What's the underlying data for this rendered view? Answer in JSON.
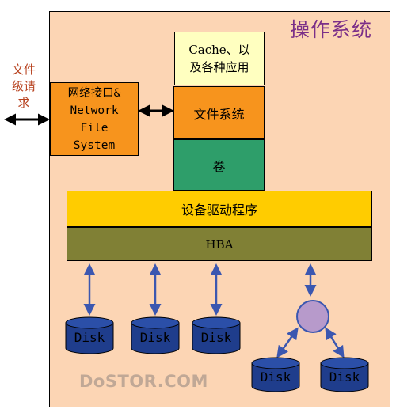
{
  "os": {
    "title": "操作系统"
  },
  "side_label": "文件\n级请\n求",
  "boxes": {
    "cache": "Cache、以\n及各种应用",
    "file_system": "文件系统",
    "volume": "卷",
    "network_interface": "网络接口&\nNetwork\nFile\nSystem",
    "device_driver": "设备驱动程序",
    "hba": "HBA"
  },
  "disks": [
    "Disk",
    "Disk",
    "Disk",
    "Disk",
    "Disk"
  ],
  "watermark": "DoSTOR.COM",
  "colors": {
    "os_background": "#fcd5b4",
    "title": "#7b2f88",
    "arrows": "#3b57b0",
    "disk_fill": "#1f3d8c",
    "hub_fill": "#b79acb",
    "cache_fill": "#ffffc0",
    "file_system_fill": "#f7941d",
    "volume_fill": "#2e9e6a",
    "driver_fill": "#ffcc00",
    "hba_fill": "#808035"
  }
}
